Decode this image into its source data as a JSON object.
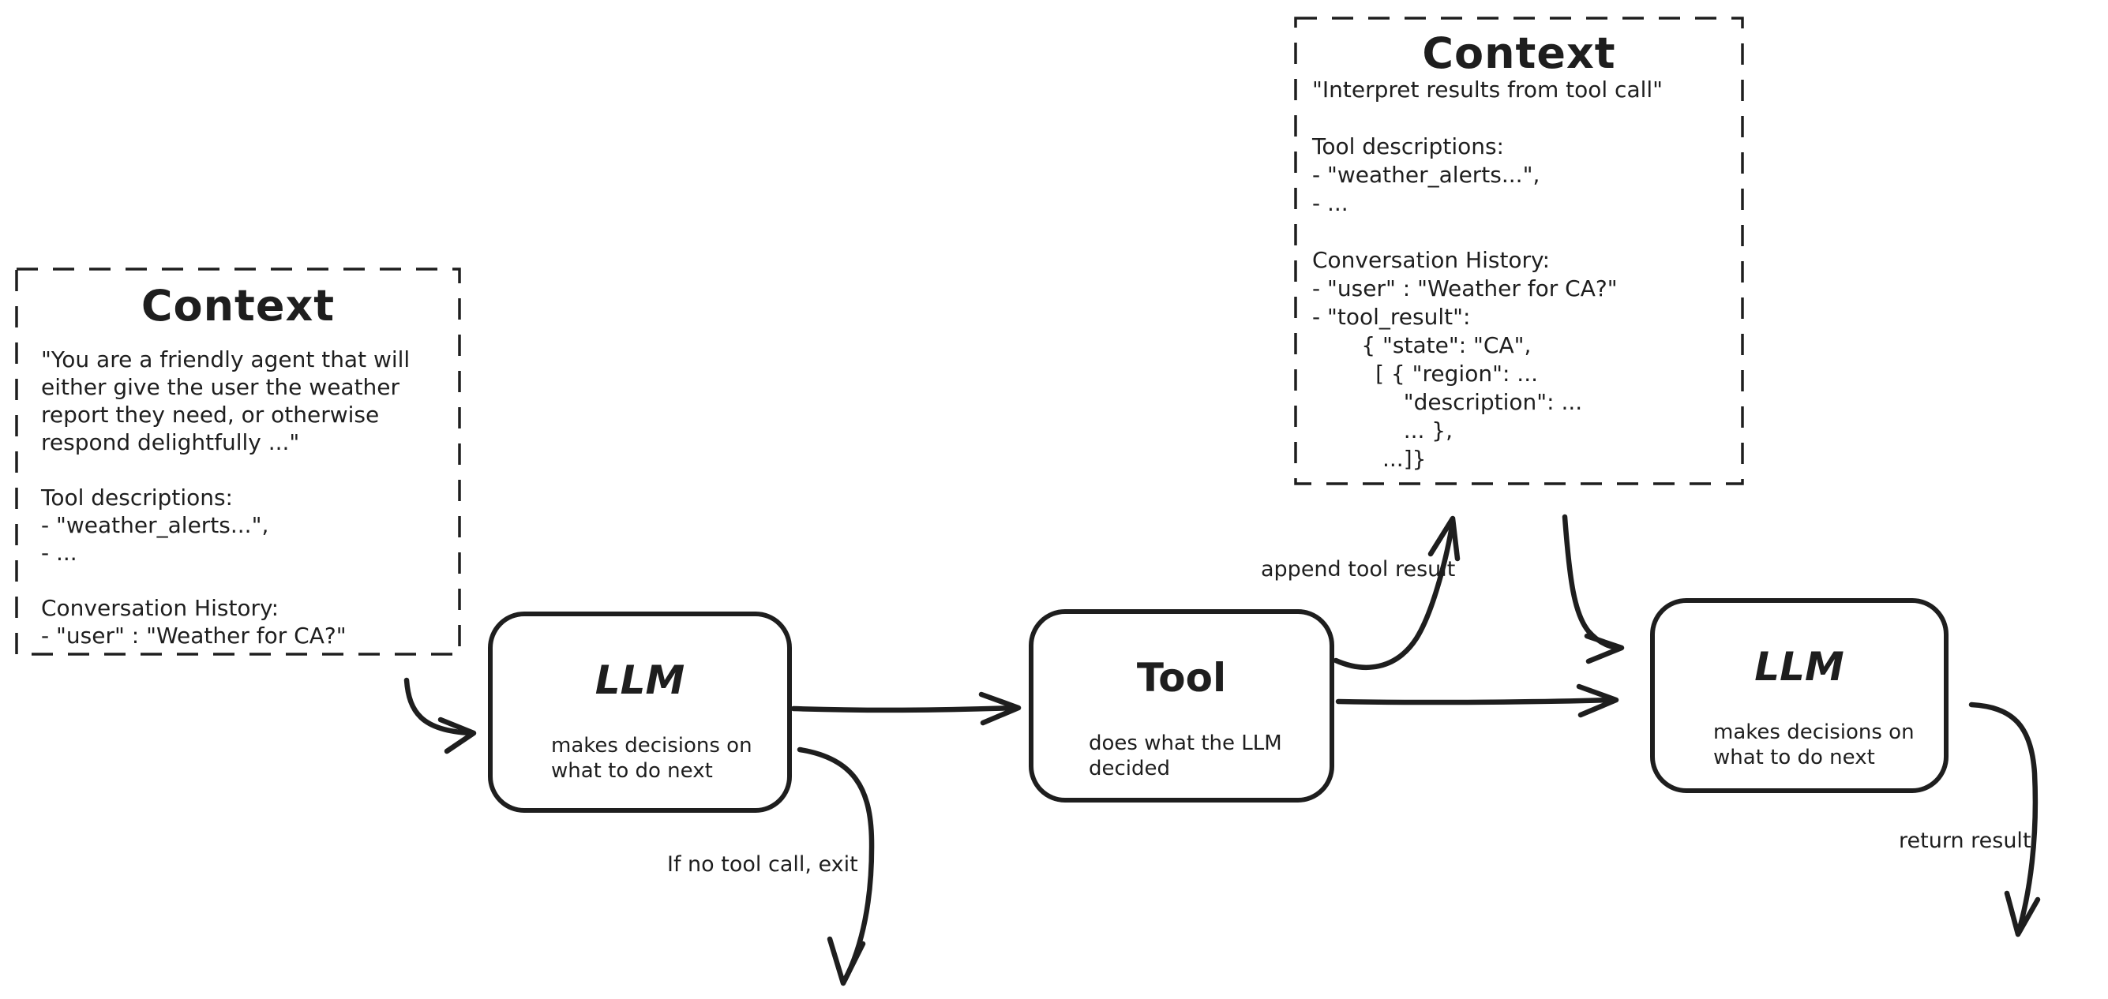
{
  "colors": {
    "ink": "#1e1e1e",
    "background": "#ffffff"
  },
  "nodes": {
    "context_left": {
      "title": "Context",
      "body": "\"You are a friendly agent that will\neither give the user the weather\nreport they need, or otherwise\nrespond delightfully ...\"\n\nTool descriptions:\n- \"weather_alerts...\",\n- ...\n\nConversation History:\n- \"user\" : \"Weather for CA?\""
    },
    "context_top": {
      "title": "Context",
      "body": "\"Interpret results from tool call\"\n\nTool descriptions:\n- \"weather_alerts...\",\n- ...\n\nConversation History:\n- \"user\" : \"Weather for CA?\"\n- \"tool_result\":\n       { \"state\": \"CA\",\n         [ { \"region\": ...\n             \"description\": ...\n             ... },\n          ...]}"
    },
    "llm_first": {
      "title": "LLM",
      "subtitle": "makes decisions on\nwhat to do next"
    },
    "tool": {
      "title": "Tool",
      "subtitle": "does what the LLM\ndecided"
    },
    "llm_second": {
      "title": "LLM",
      "subtitle": "makes decisions on\nwhat to do next"
    }
  },
  "edge_labels": {
    "append_tool_result": "append tool result",
    "no_tool_call_exit": "If no tool call, exit",
    "return_result": "return result"
  }
}
